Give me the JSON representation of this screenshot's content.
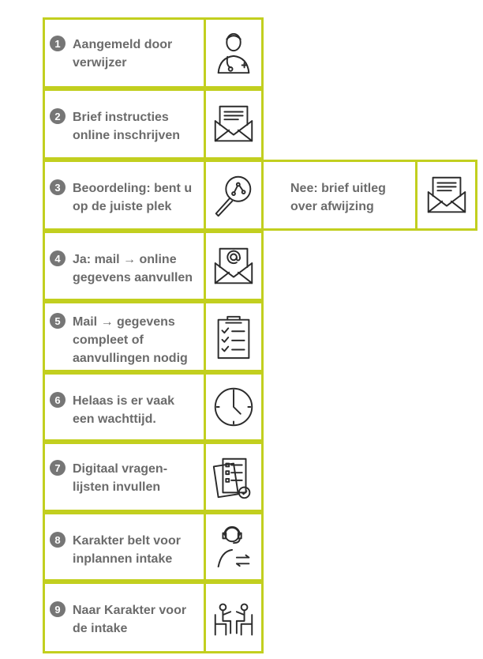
{
  "steps": [
    {
      "num": "1",
      "label": "Aangemeld door\nverwijzer",
      "icon": "doctor-icon"
    },
    {
      "num": "2",
      "label": "Brief instructies\nonline inschrijven",
      "icon": "letter-envelope-icon"
    },
    {
      "num": "3",
      "label": "Beoordeling: bent u\nop de juiste plek",
      "icon": "magnifier-icon"
    },
    {
      "num": "4",
      "label": "Ja: mail → online\ngegevens aanvullen",
      "icon": "email-envelope-icon"
    },
    {
      "num": "5",
      "label": "Mail → gegevens\ncompleet of\naanvullingen nodig",
      "icon": "clipboard-checklist-icon"
    },
    {
      "num": "6",
      "label": "Helaas is er vaak\neen wachttijd.",
      "icon": "clock-icon"
    },
    {
      "num": "7",
      "label": "Digitaal vragen-\nlijsten invullen",
      "icon": "questionnaires-icon"
    },
    {
      "num": "8",
      "label": "Karakter belt voor\ninplannen intake",
      "icon": "headset-person-icon"
    },
    {
      "num": "9",
      "label": "Naar Karakter voor\nde intake",
      "icon": "two-people-meeting-icon"
    }
  ],
  "branch": {
    "label": "Nee: brief uitleg\nover afwijzing",
    "icon": "letter-envelope-icon"
  },
  "colors": {
    "border": "#c2cf1f",
    "text": "#6b6b6b",
    "badge": "#767676"
  }
}
